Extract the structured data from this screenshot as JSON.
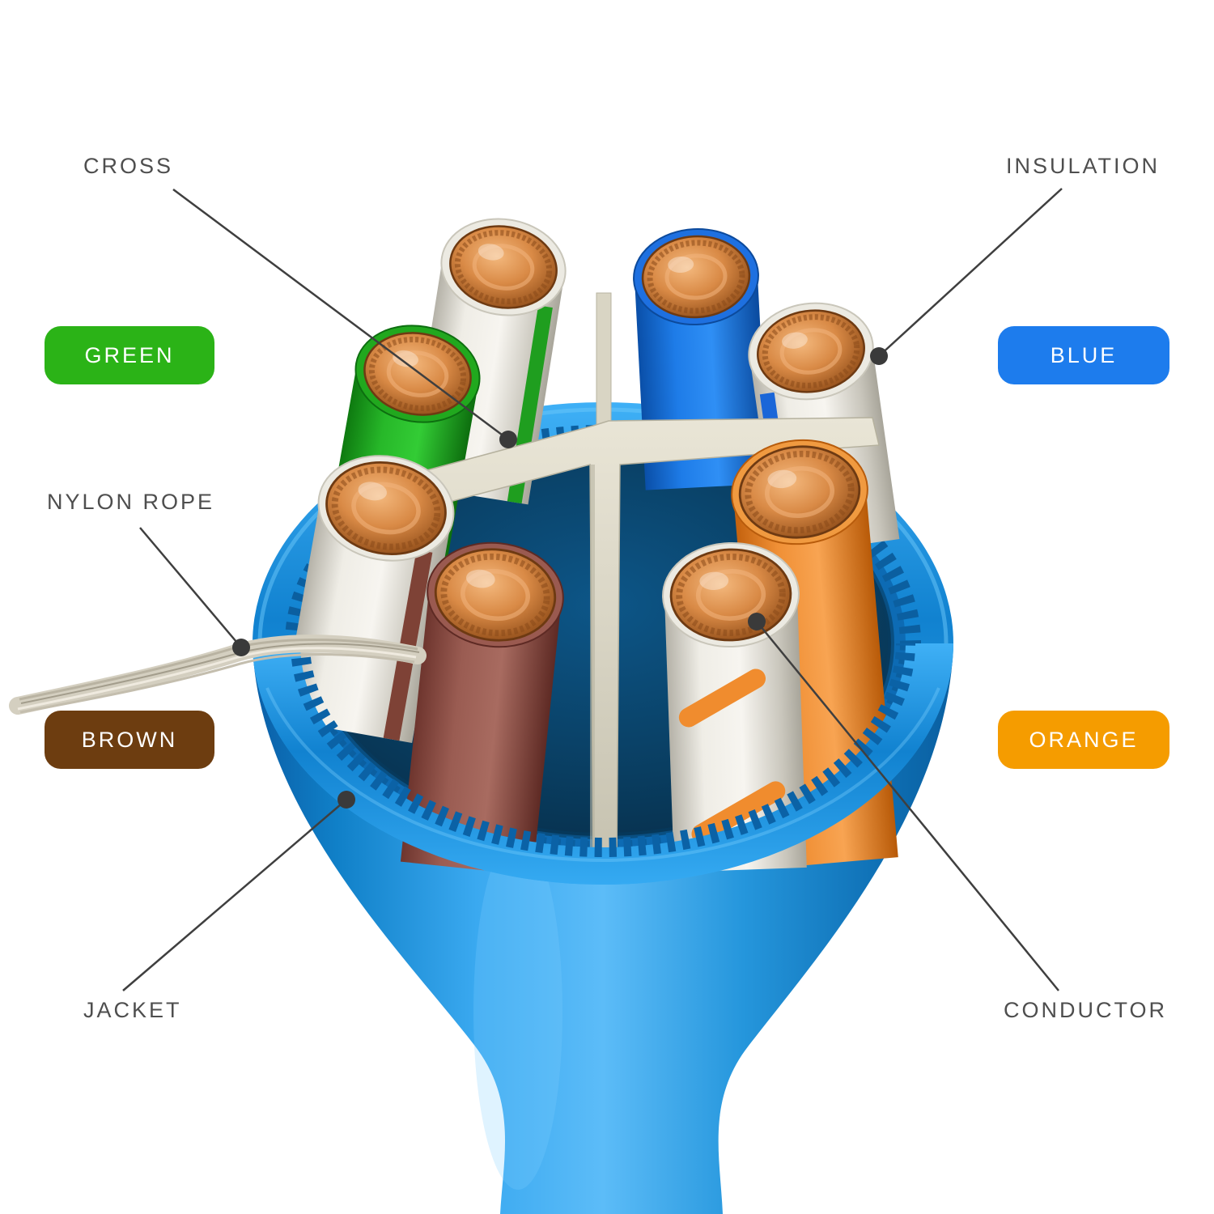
{
  "callouts": {
    "cross": {
      "label": "CROSS"
    },
    "insulation": {
      "label": "INSULATION"
    },
    "nylon_rope": {
      "label": "NYLON ROPE"
    },
    "jacket": {
      "label": "JACKET"
    },
    "conductor": {
      "label": "CONDUCTOR"
    }
  },
  "badges": {
    "green": {
      "label": "GREEN",
      "color": "#2bb317"
    },
    "blue": {
      "label": "BLUE",
      "color": "#1d7ced"
    },
    "brown": {
      "label": "BROWN",
      "color": "#6d3d10"
    },
    "orange": {
      "label": "ORANGE",
      "color": "#f59c00"
    }
  },
  "cable": {
    "jacket_color": "#1e96e0",
    "cross_color": "#ddd9c8",
    "conductor_color": "#c97a3a",
    "wire_pairs": [
      "green",
      "blue",
      "brown",
      "orange"
    ]
  }
}
